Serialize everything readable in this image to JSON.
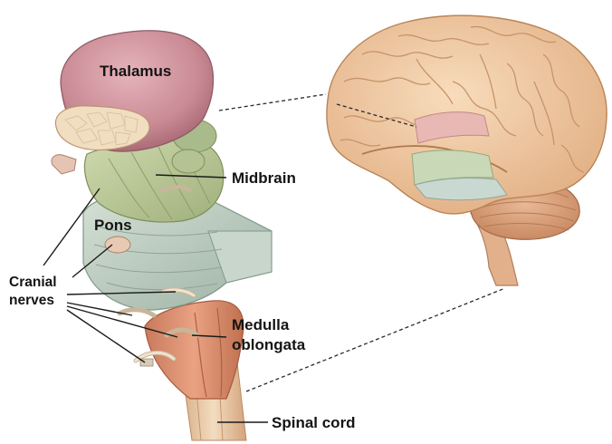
{
  "labels": {
    "thalamus": "Thalamus",
    "midbrain": "Midbrain",
    "pons": "Pons",
    "cranial_nerves_line1": "Cranial",
    "cranial_nerves_line2": "nerves",
    "medulla_line1": "Medulla",
    "medulla_line2": "oblongata",
    "spinal_cord": "Spinal cord"
  },
  "colors": {
    "thalamus": "#c98a94",
    "midbrain": "#b9c79a",
    "pons": "#b7c8bd",
    "medulla": "#d98a6a",
    "cortex": "#f0c9a0",
    "cerebellum": "#d9a07a",
    "spinal_cord": "#e9c7a0"
  }
}
